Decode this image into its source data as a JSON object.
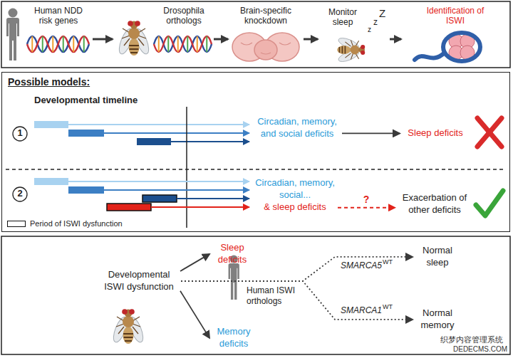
{
  "diagram": {
    "nodes": [
      {
        "text": [
          "Human NDD risk genes"
        ]
      },
      {
        "text": [
          "Drosophila orthologs"
        ]
      },
      {
        "text": [
          "Brain-specific knockdown"
        ]
      },
      {
        "text": [
          "Monitor sleep"
        ]
      },
      {
        "text": [
          "Identification of ISWI"
        ]
      },
      {
        "text": [
          "Possible models:"
        ]
      },
      {
        "text": [
          "Circadian, memory, and social deficits"
        ],
        "in": 5
      },
      {
        "text": [
          "Sleep deficits"
        ],
        "in": 5
      },
      {
        "text": [
          "Circadian, memory, social...",
          "& sleep deficits"
        ],
        "in": 5
      },
      {
        "text": [
          "Exacerbation of other deficits"
        ],
        "in": 5
      },
      {
        "text": [
          "Developmental ISWI dysfunction"
        ]
      },
      {
        "text": [
          "Sleep deficits"
        ]
      },
      {
        "text": [
          "Memory deficits"
        ]
      },
      {
        "text": [
          "Normal sleep"
        ]
      },
      {
        "text": [
          "Normal memory"
        ]
      }
    ],
    "edges": [
      {
        "from": 0,
        "to": 1,
        "arrow": "to"
      },
      {
        "from": 1,
        "to": 2,
        "arrow": "to"
      },
      {
        "from": 2,
        "to": 3,
        "arrow": "to"
      },
      {
        "from": 3,
        "to": 4,
        "arrow": "to"
      },
      {
        "from": 6,
        "to": 7,
        "arrow": "to"
      },
      {
        "from": 8,
        "to": 9,
        "label": "?",
        "arrow": "to"
      },
      {
        "from": 10,
        "to": 11,
        "arrow": "to"
      },
      {
        "from": 10,
        "to": 12,
        "arrow": "to"
      },
      {
        "from": 10,
        "to": 13,
        "arrow": "to"
      },
      {
        "from": 10,
        "to": 14,
        "arrow": "to"
      }
    ],
    "labels": [
      "Developmental timeline",
      "1",
      "2",
      "z",
      "z",
      "Z",
      "Human ISWI orthologs",
      "SMARCA5",
      "WT",
      "SMARCA1",
      "WT",
      "织梦内容管理系统",
      "DEDECMS.COM"
    ],
    "legend": [
      {
        "text": "Period of ISWI dysfunction"
      }
    ]
  }
}
